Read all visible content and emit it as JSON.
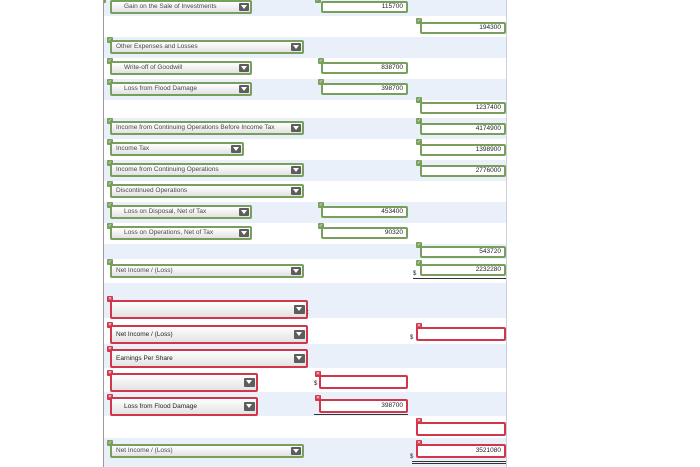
{
  "rows": [
    {
      "label": "Gain on the Sale of Investments",
      "mid_value": "115700"
    },
    {
      "right_value": "194300"
    },
    {
      "label": "Other Expenses and Losses"
    },
    {
      "label": "Write-off of Goodwill",
      "mid_value": "838700"
    },
    {
      "label": "Loss from Flood Damage",
      "mid_value": "398700"
    },
    {
      "right_value": "1237400"
    },
    {
      "label": "Income from Continuing Operations Before Income Tax",
      "right_value": "4174900"
    },
    {
      "label": "Income Tax",
      "right_value": "1398900"
    },
    {
      "label": "Income from Continuing Operations",
      "right_value": "2776000"
    },
    {
      "label": "Discontinued Operations"
    },
    {
      "label": "Loss on Disposal, Net of Tax",
      "mid_value": "453400"
    },
    {
      "label": "Loss on Operations, Net of Tax",
      "mid_value": "90320"
    },
    {
      "right_value": "543720"
    },
    {
      "label": "Net Income / (Loss)",
      "right_value": "2232280",
      "currency": "$"
    },
    {
      "label": ""
    },
    {
      "label": "Net Income / (Loss)",
      "right_value": "",
      "currency": "$"
    },
    {
      "label": "Earnings Per Share"
    },
    {
      "label": "",
      "mid_value": "",
      "currency": "$"
    },
    {
      "label": "Loss from Flood Damage",
      "mid_value": "398700"
    },
    {
      "right_value": ""
    },
    {
      "label": "Net Income / (Loss)",
      "right_value": "3521080",
      "currency": "$"
    }
  ],
  "colors": {
    "correct": "#78a05c",
    "incorrect": "#d1364b",
    "row_alt": "#eaf0f9"
  },
  "icons": {
    "correct": "check-icon",
    "incorrect": "x-icon",
    "dropdown": "chevron-down-icon"
  }
}
